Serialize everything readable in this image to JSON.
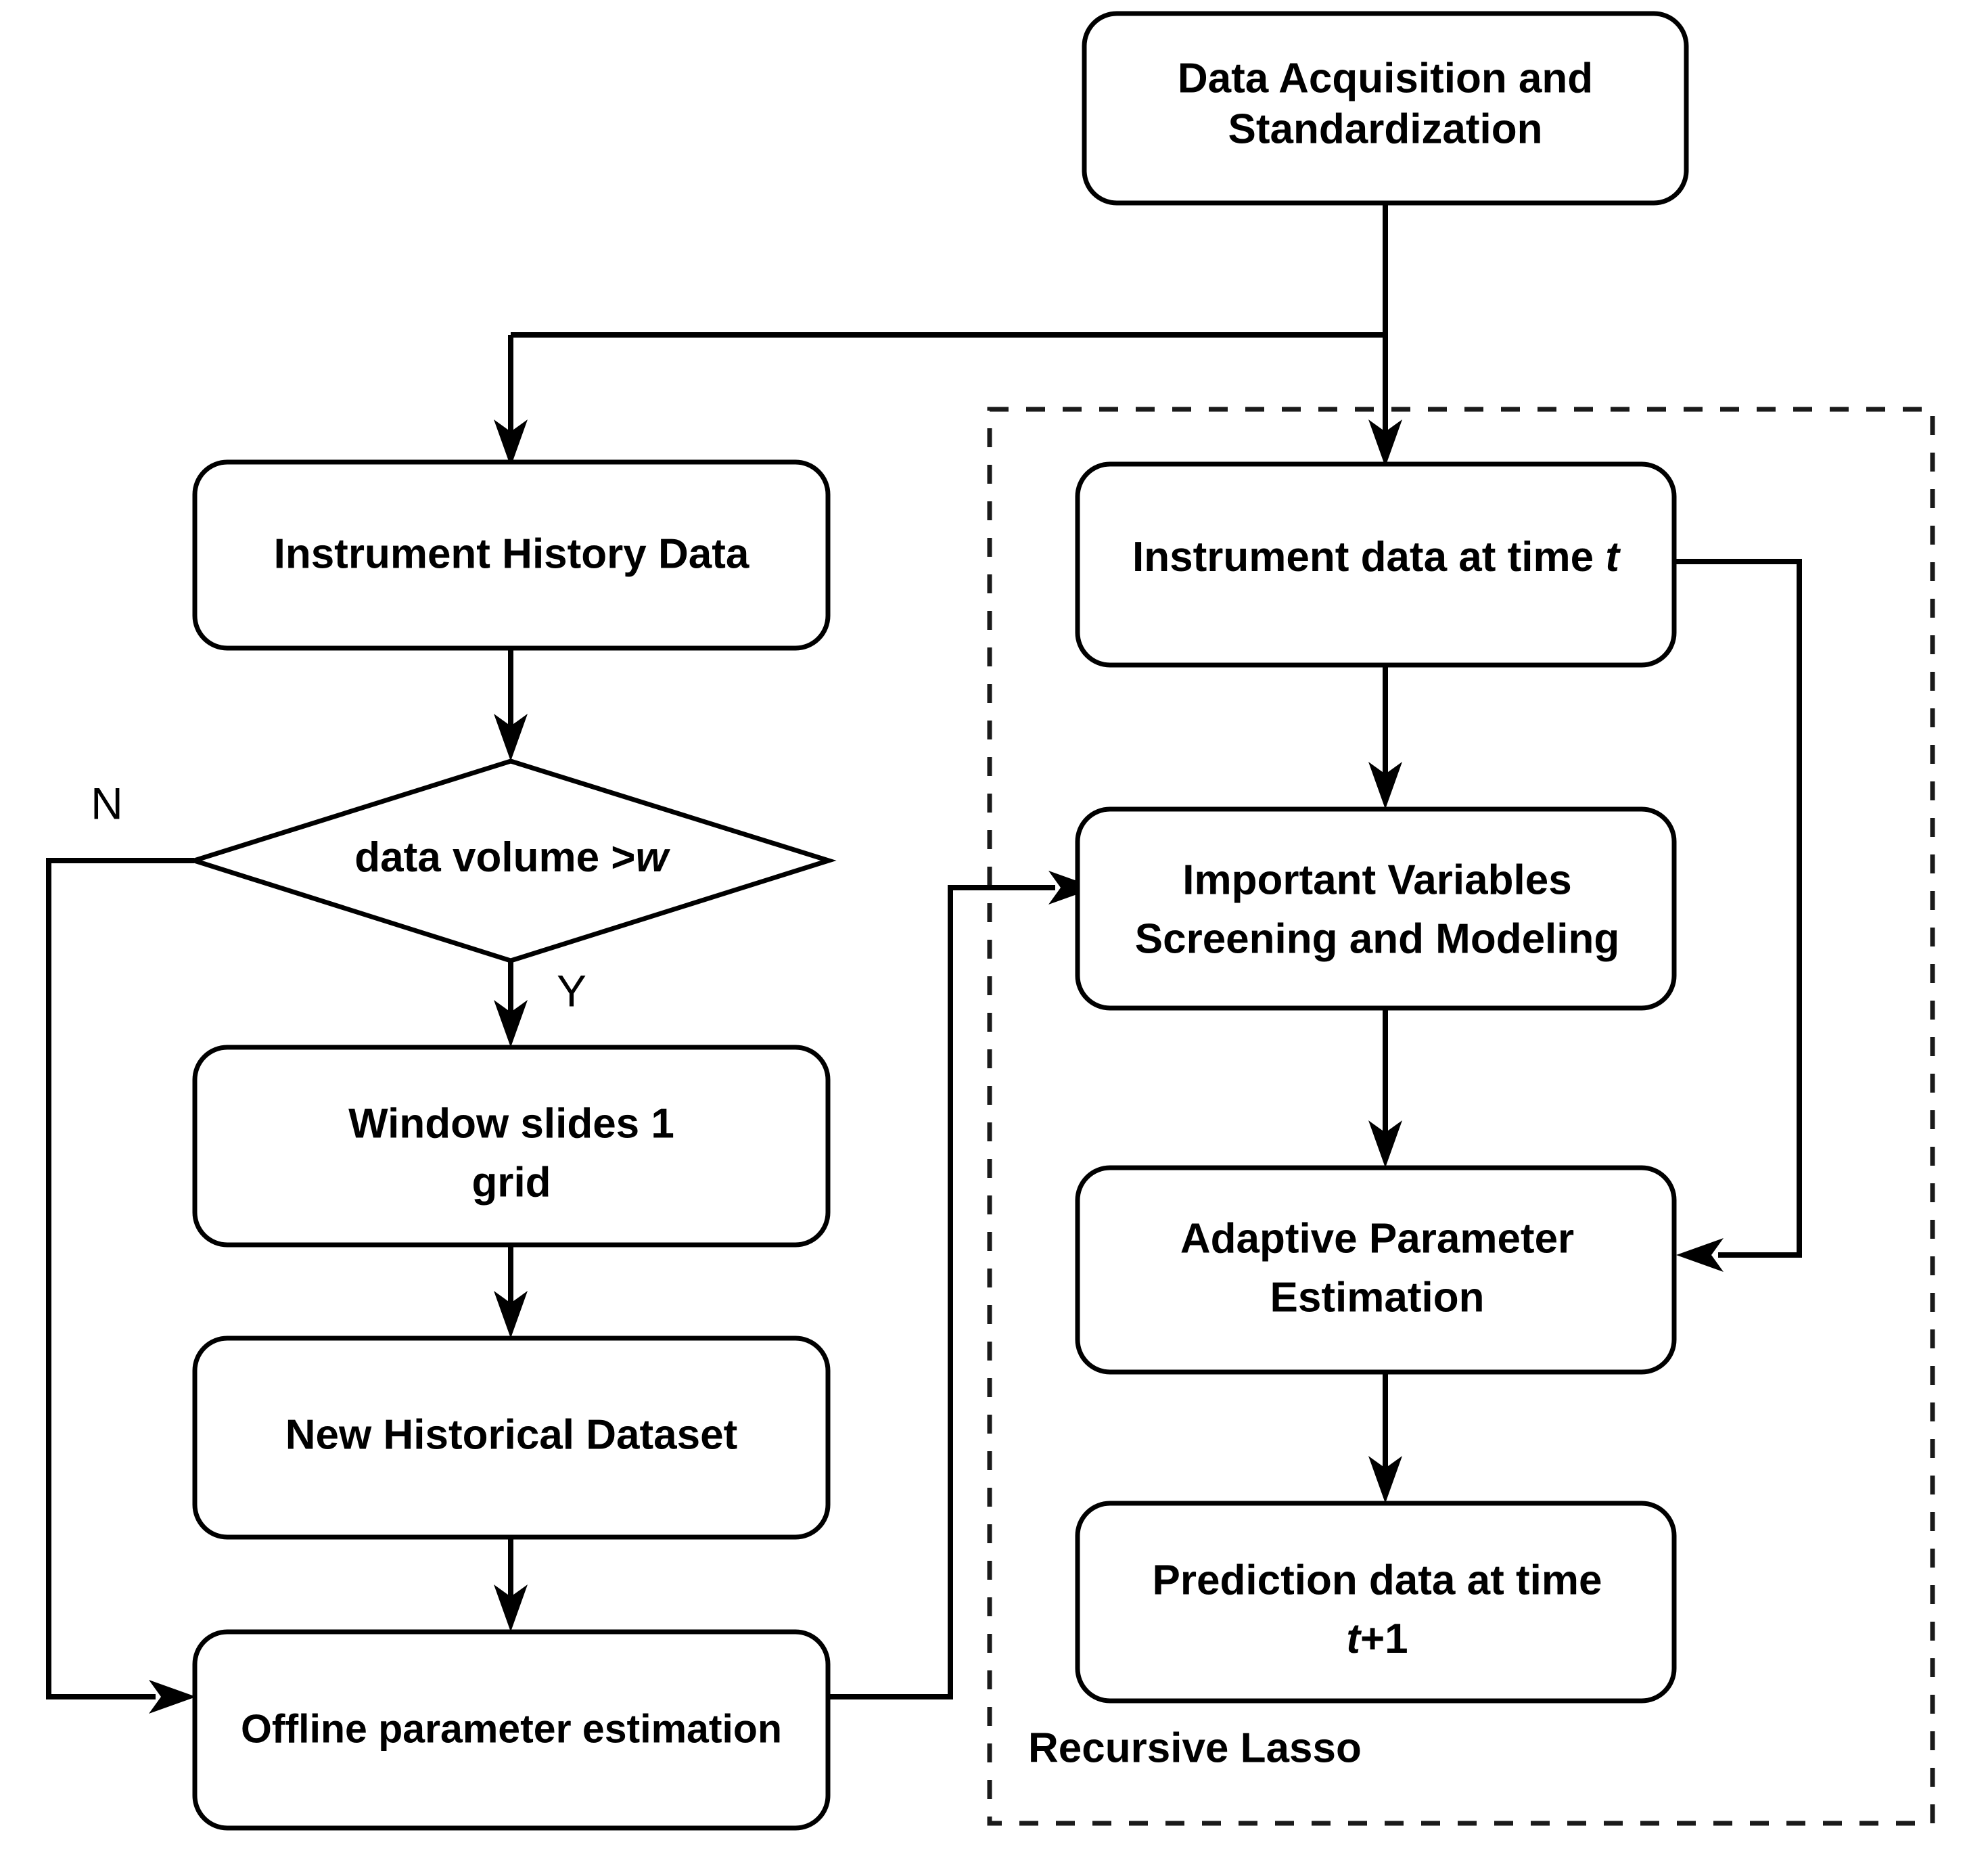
{
  "diagram": {
    "title": "Recursive Lasso modeling flowchart",
    "background_color": "#ffffff",
    "stroke_color": "#000000",
    "nodes": {
      "data_acquisition": {
        "shape": "rounded-rect",
        "line1": "Data Acquisition and",
        "line2": "Standardization"
      },
      "instrument_history": {
        "shape": "rounded-rect",
        "line1": "Instrument History Data"
      },
      "data_volume_decision": {
        "shape": "diamond",
        "text_plain": "data volume >",
        "text_italic": "w"
      },
      "window_slides": {
        "shape": "rounded-rect",
        "line1": "Window slides 1",
        "line2": "grid"
      },
      "new_historical_dataset": {
        "shape": "rounded-rect",
        "line1": "New Historical Dataset"
      },
      "offline_param_estimation": {
        "shape": "rounded-rect",
        "line1": "Offline parameter estimation"
      },
      "instrument_data_at_t": {
        "shape": "rounded-rect",
        "text_plain": "Instrument data at time ",
        "text_italic": "t"
      },
      "important_variables": {
        "shape": "rounded-rect",
        "line1": "Important Variables",
        "line2": "Screening and Modeling"
      },
      "adaptive_param_estimation": {
        "shape": "rounded-rect",
        "line1": "Adaptive Parameter",
        "line2": "Estimation"
      },
      "prediction_data": {
        "shape": "rounded-rect",
        "line1": "Prediction data at time",
        "line2_italic": "t",
        "line2_plain": "+1"
      }
    },
    "edge_labels": {
      "no_branch": "N",
      "yes_branch": "Y"
    },
    "groups": {
      "recursive_lasso": {
        "label": "Recursive Lasso",
        "border_style": "dashed"
      }
    }
  }
}
